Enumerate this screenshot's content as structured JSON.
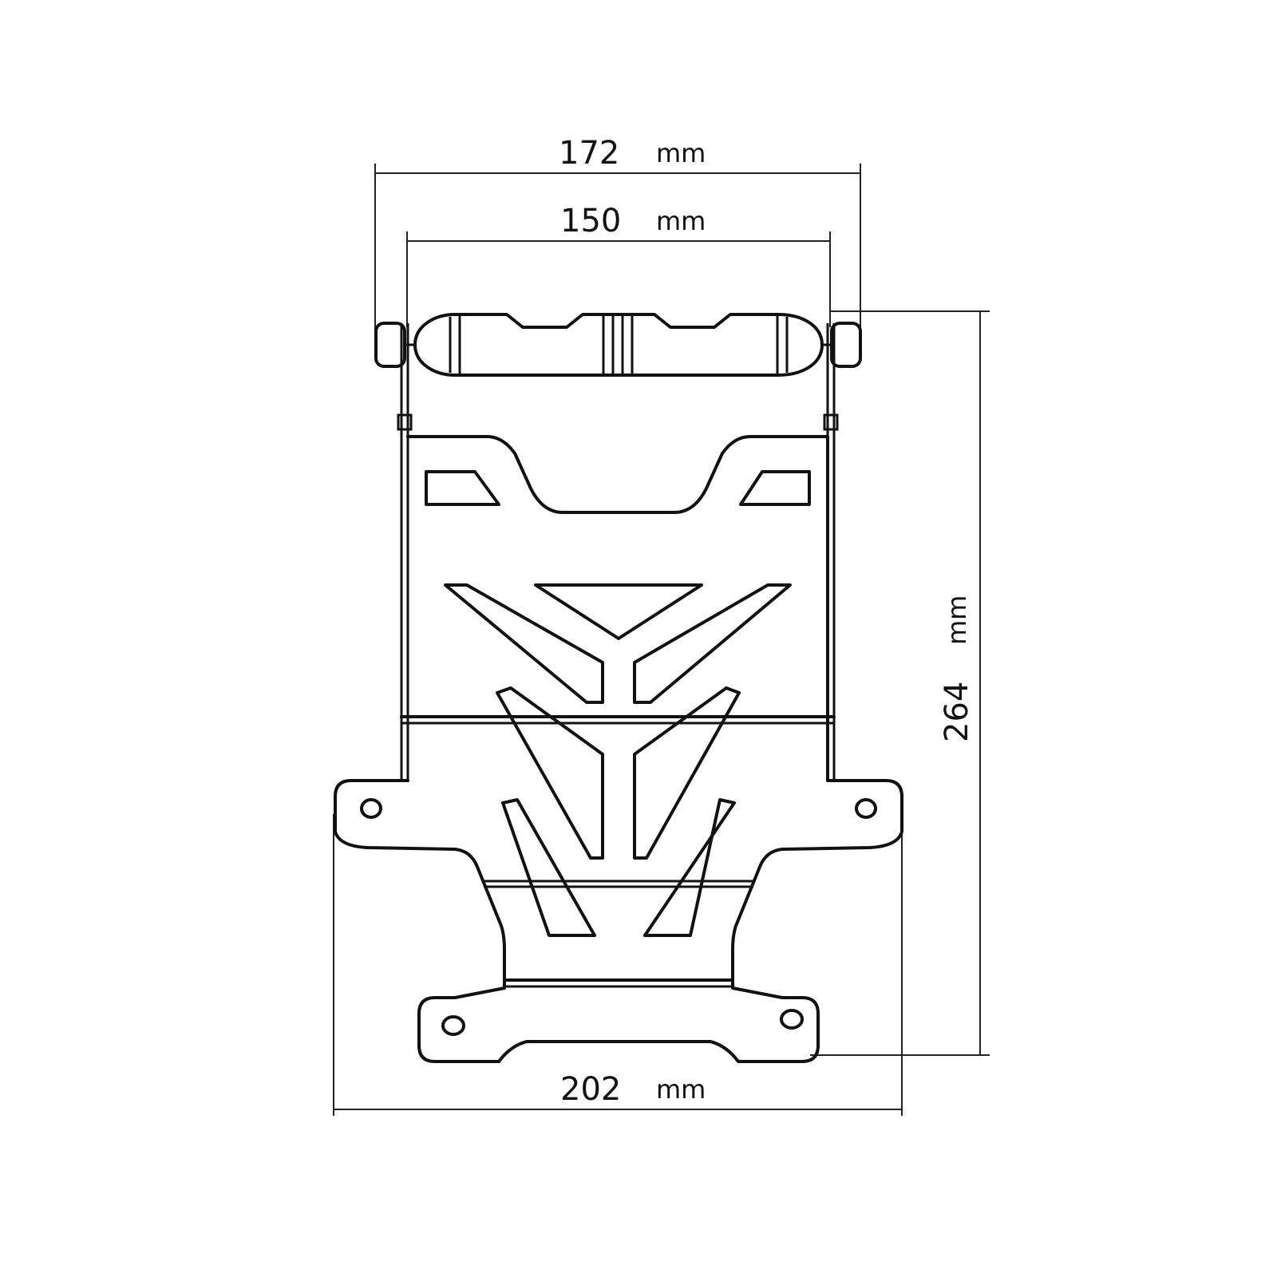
{
  "dimensions": {
    "overall_width": {
      "value": "172",
      "unit": "mm"
    },
    "inner_width": {
      "value": "150",
      "unit": "mm"
    },
    "height": {
      "value": "264",
      "unit": "mm"
    },
    "base_width": {
      "value": "202",
      "unit": "mm"
    }
  },
  "colors": {
    "line": "#111111",
    "background": "#ffffff"
  }
}
